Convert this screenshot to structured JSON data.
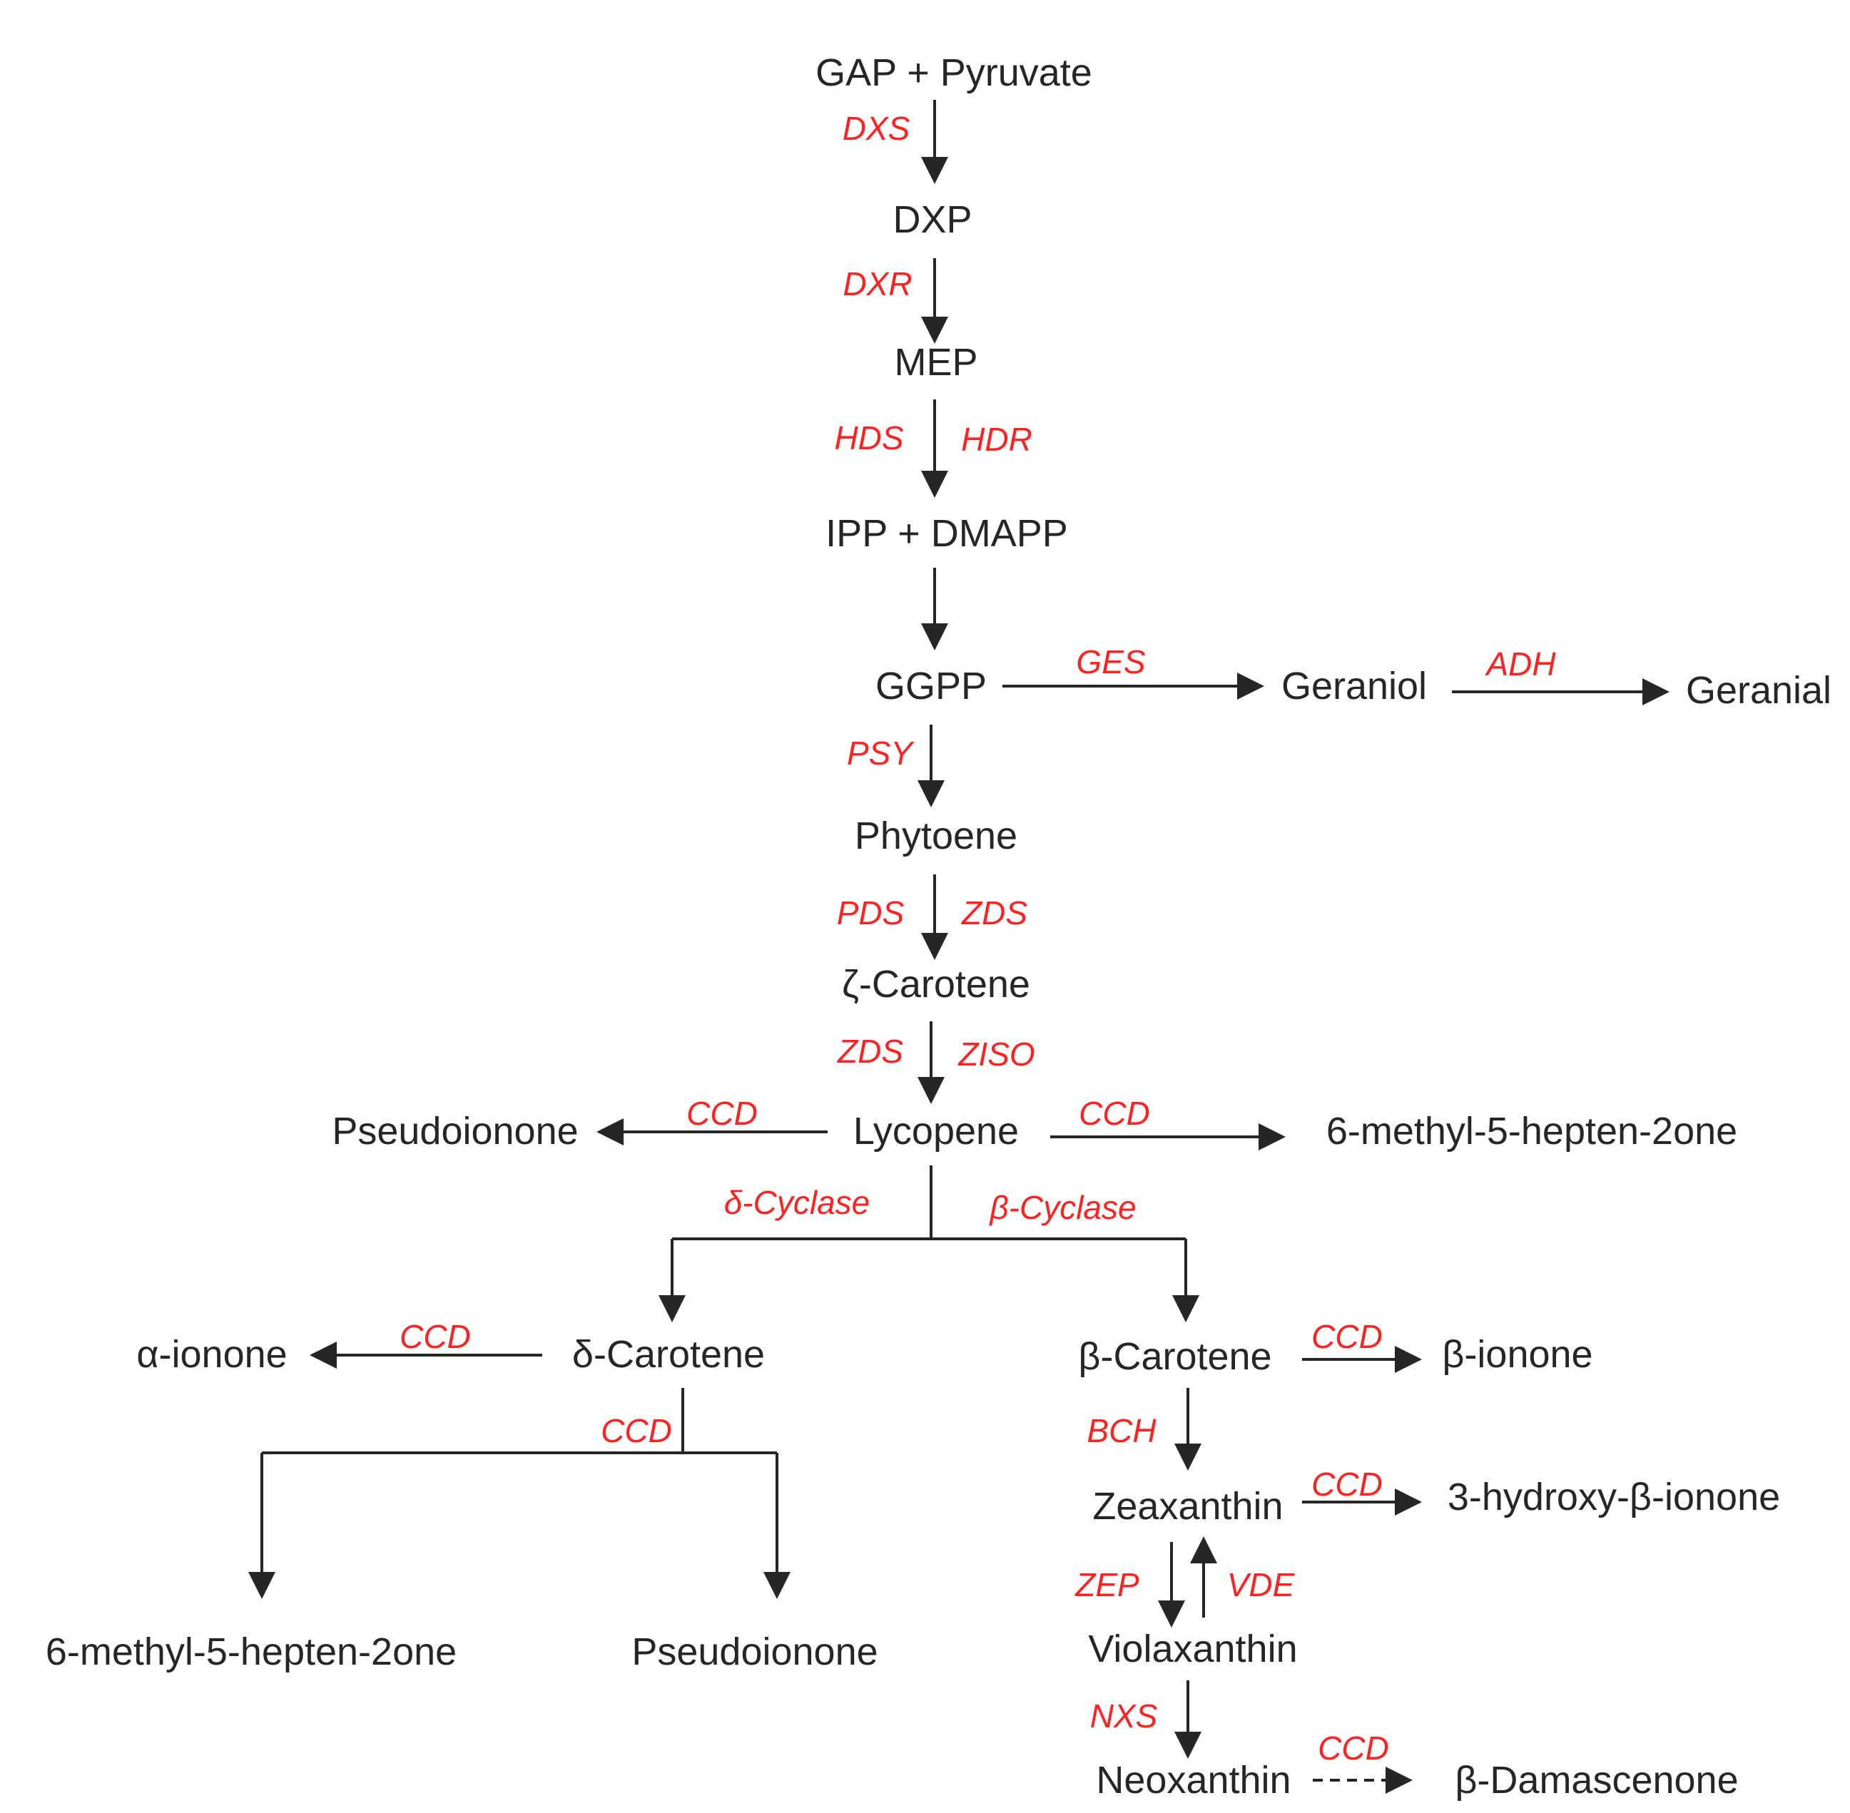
{
  "metabolites": {
    "gap_pyruvate": "GAP + Pyruvate",
    "dxp": "DXP",
    "mep": "MEP",
    "ipp_dmapp": "IPP + DMAPP",
    "ggpp": "GGPP",
    "geraniol": "Geraniol",
    "geranial": "Geranial",
    "phytoene": "Phytoene",
    "zeta_carotene": "ζ-Carotene",
    "lycopene": "Lycopene",
    "pseudoionone_left": "Pseudoionone",
    "methylheptenone_right": "6-methyl-5-hepten-2one",
    "delta_carotene": "δ-Carotene",
    "alpha_ionone": "α-ionone",
    "beta_carotene": "β-Carotene",
    "beta_ionone": "β-ionone",
    "zeaxanthin": "Zeaxanthin",
    "hydroxy_beta_ionone": "3-hydroxy-β-ionone",
    "violaxanthin": "Violaxanthin",
    "neoxanthin": "Neoxanthin",
    "beta_damascenone": "β-Damascenone",
    "methylheptenone_bottom": "6-methyl-5-hepten-2one",
    "pseudoionone_bottom": "Pseudoionone"
  },
  "enzymes": {
    "dxs": "DXS",
    "dxr": "DXR",
    "hds": "HDS",
    "hdr": "HDR",
    "ges": "GES",
    "adh": "ADH",
    "psy": "PSY",
    "pds": "PDS",
    "zds_1": "ZDS",
    "zds_2": "ZDS",
    "ziso": "ZISO",
    "ccd_lyc_left": "CCD",
    "ccd_lyc_right": "CCD",
    "delta_cyclase": "δ-Cyclase",
    "beta_cyclase": "β-Cyclase",
    "ccd_alpha": "CCD",
    "ccd_delta_split": "CCD",
    "ccd_beta_ionone": "CCD",
    "bch": "BCH",
    "ccd_zeaxanthin": "CCD",
    "zep": "ZEP",
    "vde": "VDE",
    "nxs": "NXS",
    "ccd_neoxanthin": "CCD"
  },
  "colors": {
    "metabolite_text": "#262626",
    "enzyme_text": "#ff2020",
    "arrow": "#262626",
    "background": "#ffffff"
  }
}
